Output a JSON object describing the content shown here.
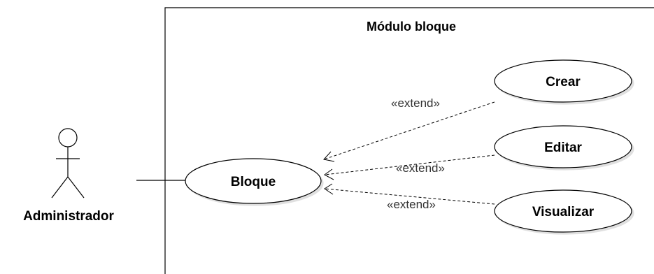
{
  "diagram": {
    "system_boundary": {
      "title": "Módulo bloque"
    },
    "actor": {
      "name": "Administrador"
    },
    "use_cases": {
      "main": "Bloque",
      "crear": "Crear",
      "editar": "Editar",
      "visualizar": "Visualizar"
    },
    "relations": {
      "extend_crear": "«extend»",
      "extend_editar": "«extend»",
      "extend_visualizar": "«extend»"
    },
    "colors": {
      "line": "#000000",
      "shadow": "#e8e8e8",
      "stereotype_text": "#333333"
    }
  }
}
